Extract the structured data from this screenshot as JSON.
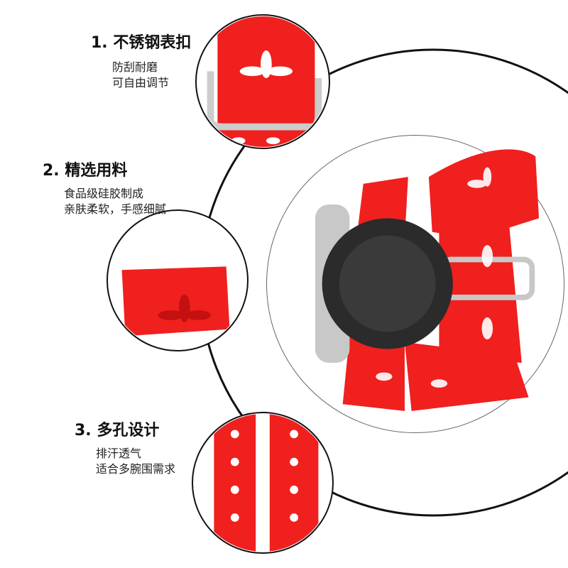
{
  "features": [
    {
      "title": "1. 不锈钢表扣",
      "lines": [
        "防刮耐磨",
        "可自由调节"
      ]
    },
    {
      "title": "2. 精选用料",
      "lines": [
        "食品级硅胶制成",
        "亲肤柔软，手感细腻"
      ]
    },
    {
      "title": "3. 多孔设计",
      "lines": [
        "排汗透气",
        "适合多腕围需求"
      ]
    }
  ],
  "colors": {
    "band": "#f0201e",
    "buckle": "#c8c8c8",
    "watch_case": "#2b2b2b"
  }
}
